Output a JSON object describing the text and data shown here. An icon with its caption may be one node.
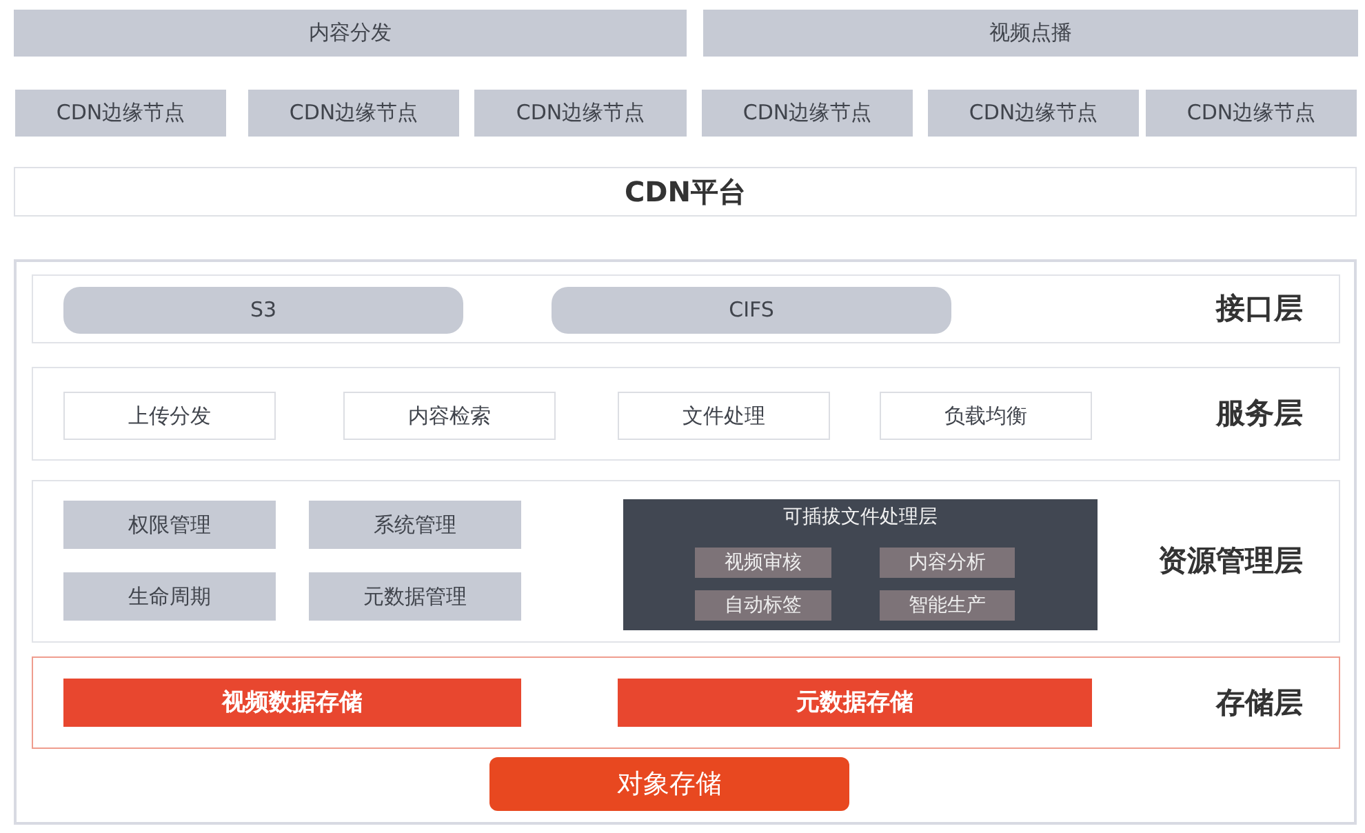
{
  "diagram": {
    "nodes": [
      {
        "text": [
          "内容分发"
        ]
      },
      {
        "text": [
          "视频点播"
        ]
      },
      {
        "text": [
          "CDN边缘节点"
        ]
      },
      {
        "text": [
          "CDN边缘节点"
        ]
      },
      {
        "text": [
          "CDN边缘节点"
        ]
      },
      {
        "text": [
          "CDN边缘节点"
        ]
      },
      {
        "text": [
          "CDN边缘节点"
        ]
      },
      {
        "text": [
          "CDN边缘节点"
        ]
      },
      {
        "text": [
          "CDN平台"
        ]
      },
      {
        "text": [],
        "shape": "box"
      },
      {
        "text": [
          "接口层"
        ],
        "in": 9
      },
      {
        "text": [
          "S3"
        ],
        "in": 10
      },
      {
        "text": [
          "CIFS"
        ],
        "in": 10
      },
      {
        "text": [
          "服务层"
        ],
        "in": 9
      },
      {
        "text": [
          "上传分发"
        ],
        "in": 13
      },
      {
        "text": [
          "内容检索"
        ],
        "in": 13
      },
      {
        "text": [
          "文件处理"
        ],
        "in": 13
      },
      {
        "text": [
          "负载均衡"
        ],
        "in": 13
      },
      {
        "text": [
          "资源管理层"
        ],
        "in": 9
      },
      {
        "text": [
          "权限管理"
        ],
        "in": 18
      },
      {
        "text": [
          "系统管理"
        ],
        "in": 18
      },
      {
        "text": [
          "生命周期"
        ],
        "in": 18
      },
      {
        "text": [
          "元数据管理"
        ],
        "in": 18
      },
      {
        "text": [
          "可插拔文件处理层"
        ],
        "in": 18
      },
      {
        "text": [
          "视频审核"
        ],
        "in": 23
      },
      {
        "text": [
          "内容分析"
        ],
        "in": 23
      },
      {
        "text": [
          "自动标签"
        ],
        "in": 23
      },
      {
        "text": [
          "智能生产"
        ],
        "in": 23
      },
      {
        "text": [
          "存储层"
        ],
        "in": 9
      },
      {
        "text": [
          "视频数据存储"
        ],
        "in": 28
      },
      {
        "text": [
          "元数据存储"
        ],
        "in": 28
      },
      {
        "text": [
          "对象存储"
        ],
        "in": 9
      }
    ]
  }
}
